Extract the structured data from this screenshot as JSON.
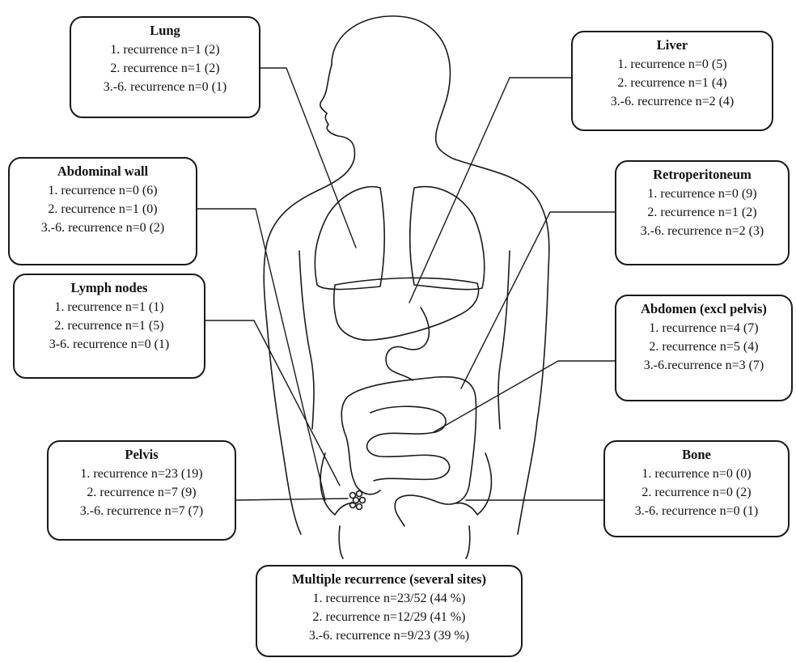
{
  "boxes": {
    "lung": {
      "title": "Lung",
      "lines": [
        "1. recurrence n=1 (2)",
        "2. recurrence n=1 (2)",
        "3.-6. recurrence n=0 (1)"
      ]
    },
    "liver": {
      "title": "Liver",
      "lines": [
        "1. recurrence n=0 (5)",
        "2. recurrence n=1 (4)",
        "3.-6. recurrence n=2 (4)"
      ]
    },
    "abdominal_wall": {
      "title": "Abdominal wall",
      "lines": [
        "1. recurrence n=0 (6)",
        "2. recurrence n=1 (0)",
        "3.-6. recurrence n=0 (2)"
      ]
    },
    "retroperitoneum": {
      "title": "Retroperitoneum",
      "lines": [
        "1. recurrence n=0 (9)",
        "2. recurrence n=1 (2)",
        "3.-6. recurrence n=2 (3)"
      ]
    },
    "lymph_nodes": {
      "title": "Lymph nodes",
      "lines": [
        "1. recurrence n=1 (1)",
        "2. recurrence n=1 (5)",
        "3-6. recurrence n=0 (1)"
      ]
    },
    "abdomen": {
      "title": "Abdomen (excl pelvis)",
      "lines": [
        "1. recurrence n=4 (7)",
        "2. recurrence n=5 (4)",
        "3.-6.recurrence n=3 (7)"
      ]
    },
    "pelvis": {
      "title": "Pelvis",
      "lines": [
        "1. recurrence n=23 (19)",
        "2. recurrence n=7 (9)",
        "3.-6. recurrence n=7 (7)"
      ]
    },
    "bone": {
      "title": "Bone",
      "lines": [
        "1. recurrence n=0 (0)",
        "2. recurrence n=0 (2)",
        "3.-6. recurrence n=0 (1)"
      ]
    },
    "multiple": {
      "title": "Multiple recurrence (several sites)",
      "lines": [
        "1. recurrence n=23/52 (44 %)",
        "2. recurrence n=12/29 (41 %)",
        "3.-6. recurrence n=9/23 (39 %)"
      ]
    }
  }
}
